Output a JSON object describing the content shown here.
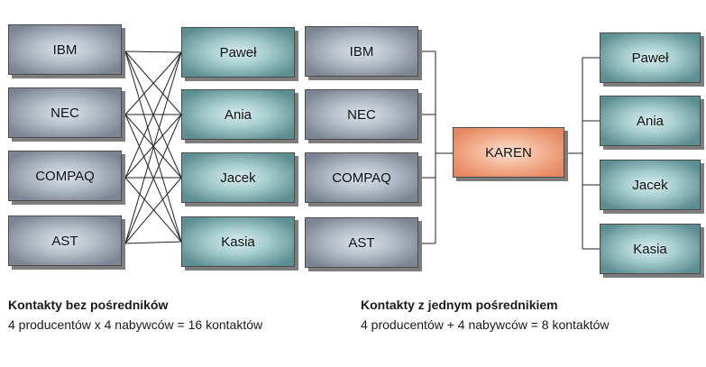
{
  "left_diagram": {
    "producers": [
      "IBM",
      "NEC",
      "COMPAQ",
      "AST"
    ],
    "buyers": [
      "Paweł",
      "Ania",
      "Jacek",
      "Kasia"
    ],
    "caption_title": "Kontakty bez pośredników",
    "caption_text": "4 producentów x 4 nabywców = 16 kontaktów"
  },
  "right_diagram": {
    "producers": [
      "IBM",
      "NEC",
      "COMPAQ",
      "AST"
    ],
    "broker": "KAREN",
    "buyers": [
      "Paweł",
      "Ania",
      "Jacek",
      "Kasia"
    ],
    "caption_title": "Kontakty z jednym pośrednikiem",
    "caption_text": "4 producentów + 4 nabywców = 8 kontaktów"
  },
  "colors": {
    "producer": "#9aa3ae",
    "buyer": "#7fb0b3",
    "broker": "#f2a882",
    "line": "#222222"
  }
}
